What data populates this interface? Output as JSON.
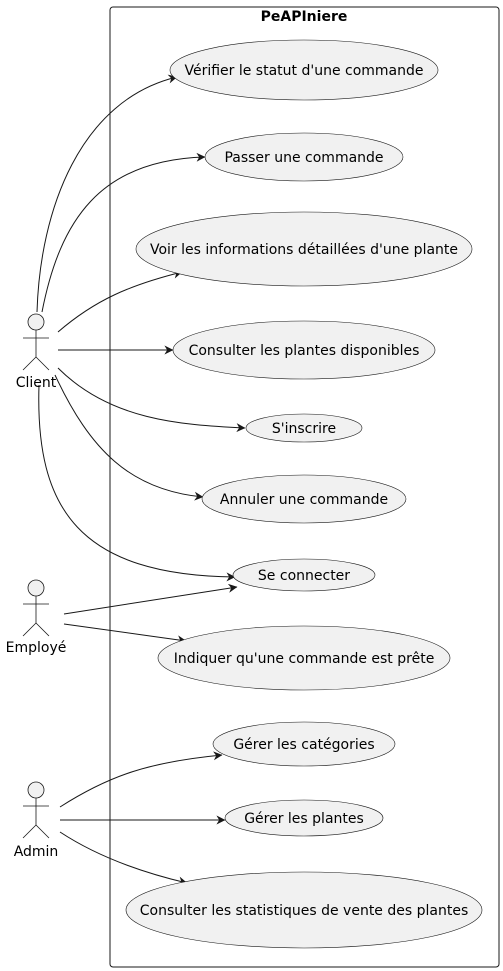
{
  "system": {
    "title": "PeAPIniere"
  },
  "actors": {
    "client": "Client",
    "employe": "Employé",
    "admin": "Admin"
  },
  "use_cases": {
    "verifier_statut": "Vérifier le statut d'une commande",
    "passer_commande": "Passer une commande",
    "voir_infos": "Voir les informations détaillées d'une plante",
    "consulter_plantes": "Consulter les plantes disponibles",
    "inscrire": "S'inscrire",
    "annuler_commande": "Annuler une commande",
    "se_connecter": "Se connecter",
    "indiquer_prete": "Indiquer qu'une commande est prête",
    "gerer_categories": "Gérer les catégories",
    "gerer_plantes": "Gérer les plantes",
    "consulter_stats": "Consulter les statistiques de vente des plantes"
  },
  "colors": {
    "fill": "#f1f1f1",
    "stroke": "#181818",
    "background": "#ffffff"
  }
}
